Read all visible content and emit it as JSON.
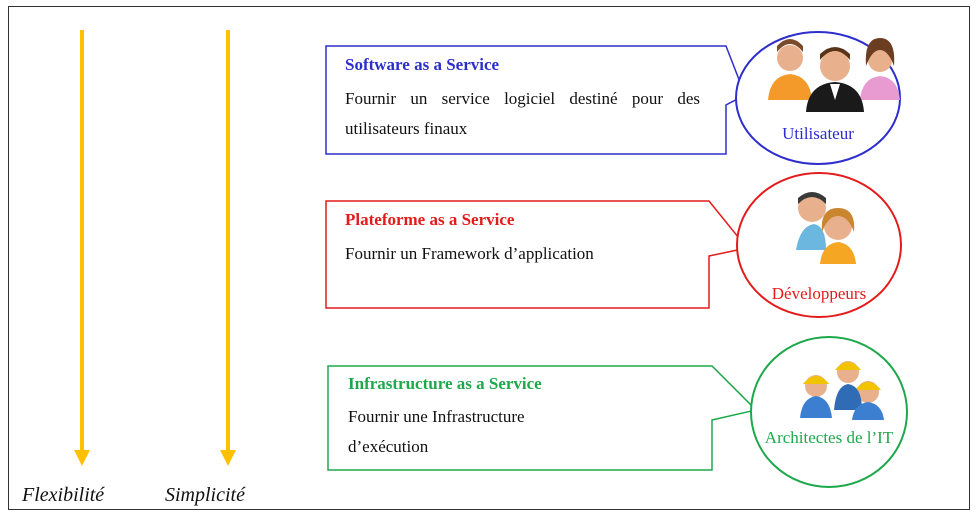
{
  "axes": [
    {
      "label": "Flexibilité",
      "color": "#FFC000"
    },
    {
      "label": "Simplicité",
      "color": "#FFC000"
    }
  ],
  "services": [
    {
      "title": "Software as a Service",
      "description": "Fournir un service logiciel destiné pour des utilisateurs finaux",
      "color": "#2E2ECC",
      "role": "Utilisateur",
      "icon": "users-group-icon"
    },
    {
      "title": "Plateforme as a Service",
      "description": "Fournir un Framework d’application",
      "color": "#E31B1B",
      "role": "Développeurs",
      "icon": "developers-icon"
    },
    {
      "title": "Infrastructure as a Service",
      "description": "Fournir une Infrastructure d’exécution",
      "color": "#1EA84B",
      "role": "Architectes de l’IT",
      "icon": "engineers-icon"
    }
  ]
}
